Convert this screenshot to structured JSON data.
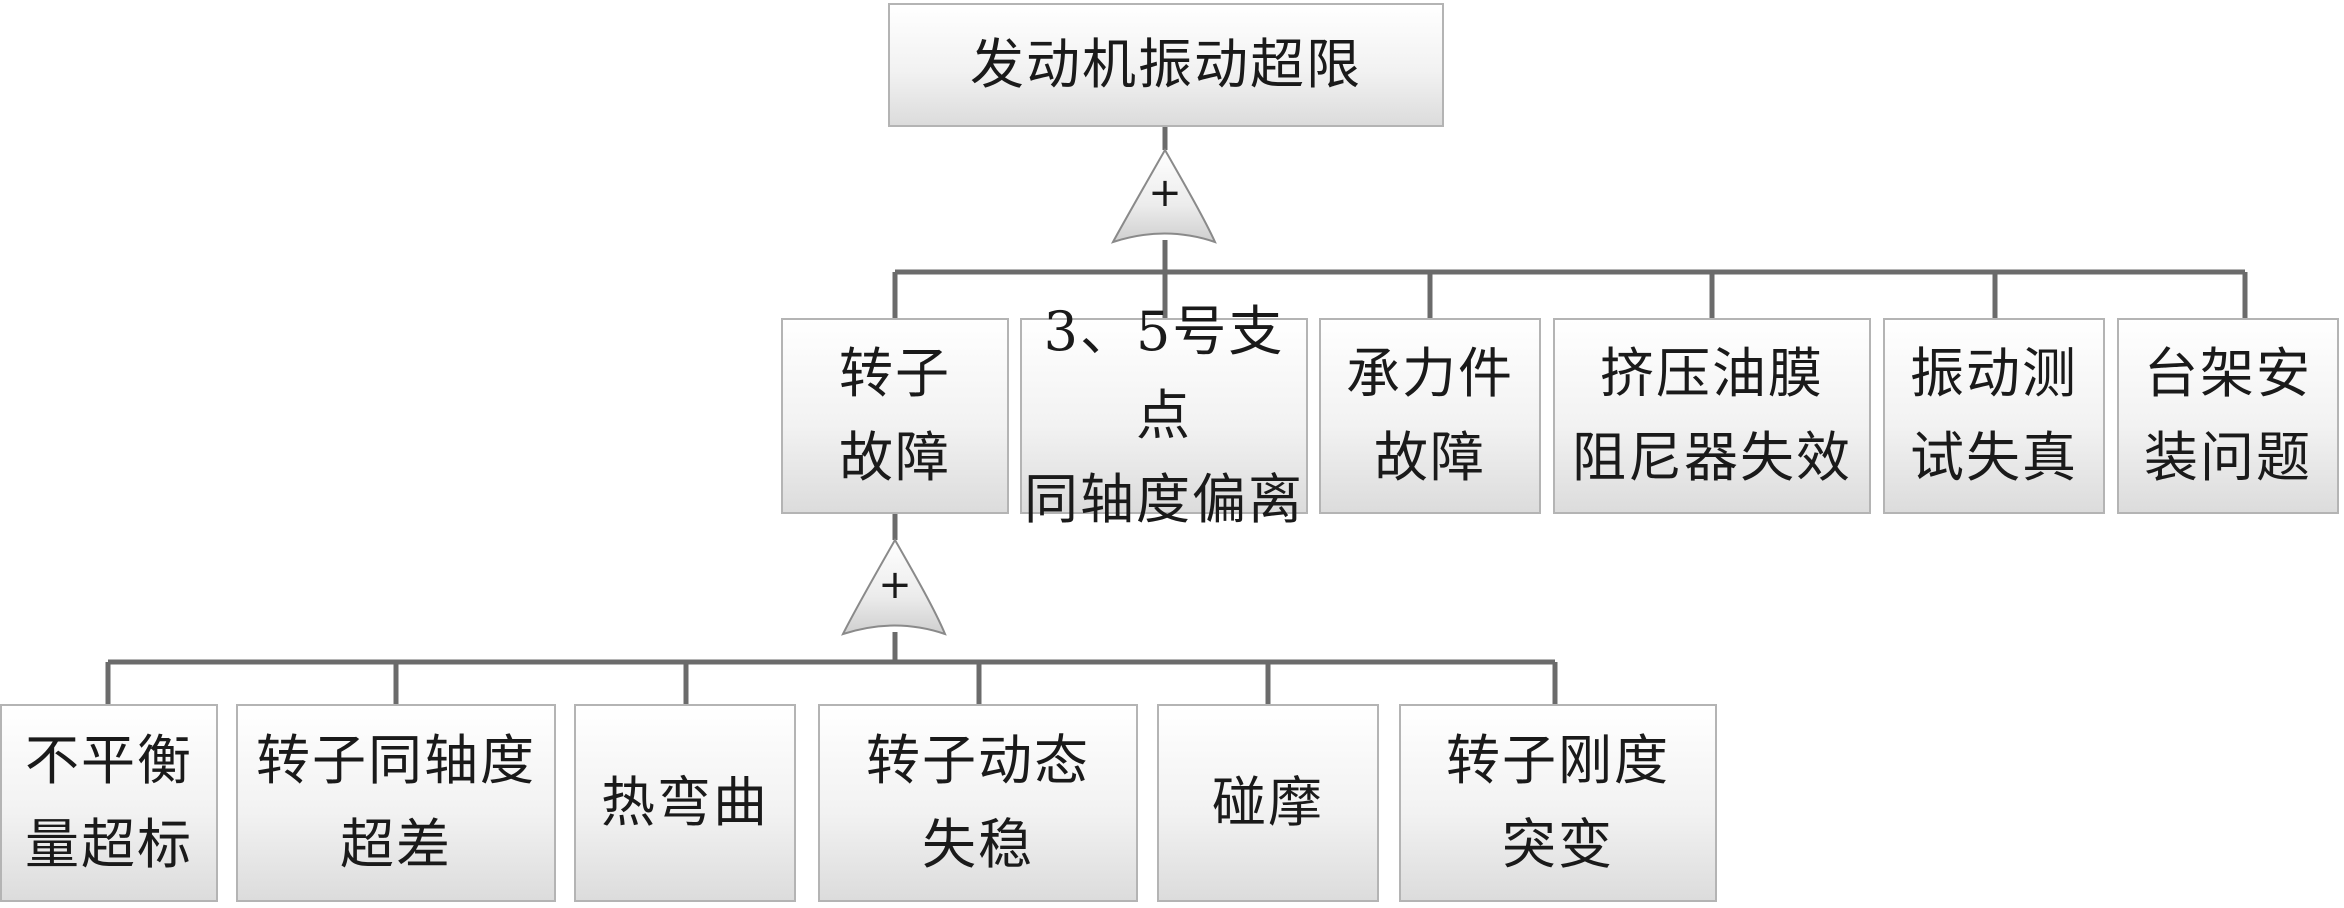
{
  "top_event": {
    "label": "发动机振动超限"
  },
  "gates": [
    {
      "symbol": "+"
    },
    {
      "symbol": "+"
    }
  ],
  "level2": [
    {
      "label": "转子\n故障"
    },
    {
      "label": "3、5号支点\n同轴度偏离"
    },
    {
      "label": "承力件\n故障"
    },
    {
      "label": "挤压油膜\n阻尼器失效"
    },
    {
      "label": "振动测\n试失真"
    },
    {
      "label": "台架安\n装问题"
    }
  ],
  "level3": [
    {
      "label": "不平衡\n量超标"
    },
    {
      "label": "转子同轴度\n超差"
    },
    {
      "label": "热弯曲"
    },
    {
      "label": "转子动态\n失稳"
    },
    {
      "label": "碰摩"
    },
    {
      "label": "转子刚度\n突变"
    }
  ],
  "colors": {
    "line": "#6b6b6b",
    "border": "#b4b4b4"
  }
}
